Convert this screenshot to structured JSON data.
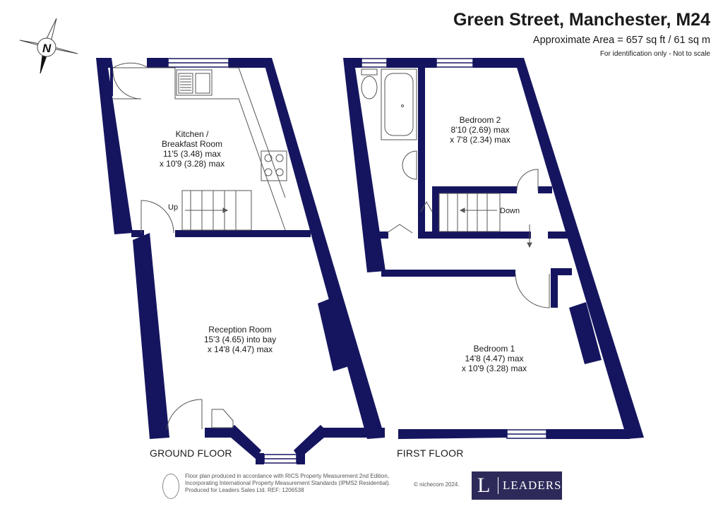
{
  "header": {
    "title": "Green Street, Manchester, M24",
    "area": "Approximate Area = 657 sq ft / 61 sq m",
    "note": "For identification only - Not to scale"
  },
  "compass": {
    "letter": "N"
  },
  "floors": {
    "ground": "GROUND FLOOR",
    "first": "FIRST FLOOR"
  },
  "rooms": {
    "kitchen": {
      "name": "Kitchen /",
      "name2": "Breakfast Room",
      "dim1": "11'5 (3.48) max",
      "dim2": "x 10'9 (3.28) max"
    },
    "reception": {
      "name": "Reception Room",
      "dim1": "15'3 (4.65) into bay",
      "dim2": "x 14'8 (4.47) max"
    },
    "bedroom2": {
      "name": "Bedroom 2",
      "dim1": "8'10 (2.69) max",
      "dim2": "x 7'8 (2.34) max"
    },
    "bedroom1": {
      "name": "Bedroom 1",
      "dim1": "14'8 (4.47) max",
      "dim2": "x 10'9 (3.28) max"
    }
  },
  "stairs": {
    "up": "Up",
    "down": "Down"
  },
  "footer": {
    "line1": "Floor plan produced in accordance with RICS Property Measurement 2nd Edition,",
    "line2": "Incorporating International Property Measurement Standards (IPMS2 Residential).",
    "line3": "Produced for Leaders Sales Ltd.   REF:  1206538",
    "copyright": "© nichecom 2024."
  },
  "logo": {
    "letter": "L",
    "word": "LEADERS"
  },
  "colors": {
    "wall": "#15155f",
    "logo_bg": "#2d2a5a"
  }
}
